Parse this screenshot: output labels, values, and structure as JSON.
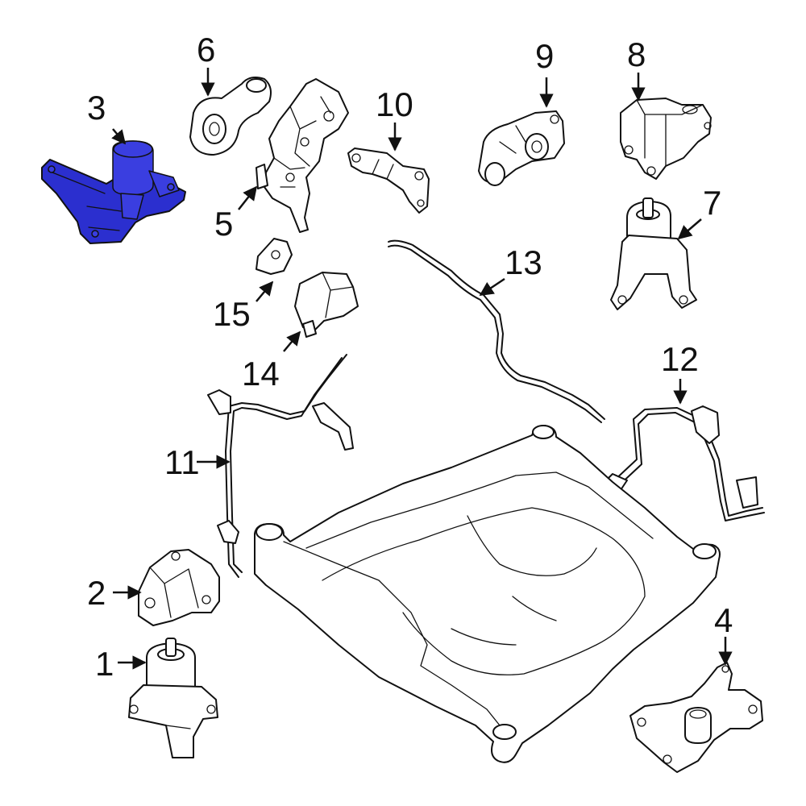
{
  "colors": {
    "highlight": "#2b2fcf",
    "line": "#111111",
    "background": "#ffffff"
  },
  "callouts": [
    {
      "id": "1",
      "label": "1"
    },
    {
      "id": "2",
      "label": "2"
    },
    {
      "id": "3",
      "label": "3"
    },
    {
      "id": "4",
      "label": "4"
    },
    {
      "id": "5",
      "label": "5"
    },
    {
      "id": "6",
      "label": "6"
    },
    {
      "id": "7",
      "label": "7"
    },
    {
      "id": "8",
      "label": "8"
    },
    {
      "id": "9",
      "label": "9"
    },
    {
      "id": "10",
      "label": "10"
    },
    {
      "id": "11",
      "label": "11"
    },
    {
      "id": "12",
      "label": "12"
    },
    {
      "id": "13",
      "label": "13"
    },
    {
      "id": "14",
      "label": "14"
    },
    {
      "id": "15",
      "label": "15"
    }
  ],
  "highlighted_part": "3"
}
